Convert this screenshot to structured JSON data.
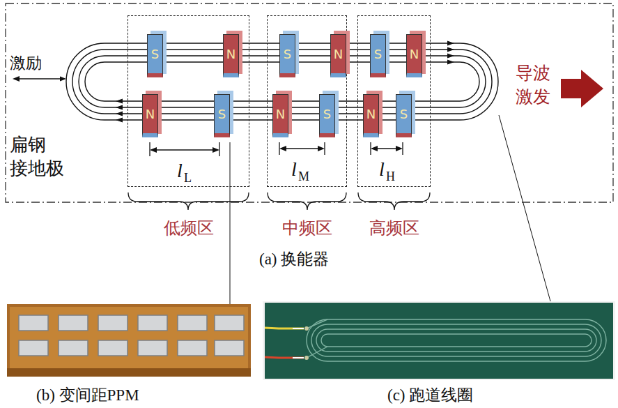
{
  "diagram": {
    "nodes": [
      {
        "text": [
          "低频区"
        ]
      },
      {
        "text": [
          "S"
        ],
        "in": 0
      },
      {
        "text": [
          "N"
        ],
        "in": 0
      },
      {
        "text": [
          "N"
        ],
        "in": 0
      },
      {
        "text": [
          "S"
        ],
        "in": 0
      },
      {
        "text": [
          "中频区"
        ]
      },
      {
        "text": [
          "S"
        ],
        "in": 5
      },
      {
        "text": [
          "N"
        ],
        "in": 5
      },
      {
        "text": [
          "N"
        ],
        "in": 5
      },
      {
        "text": [
          "S"
        ],
        "in": 5
      },
      {
        "text": [
          "高频区"
        ]
      },
      {
        "text": [
          "S"
        ],
        "in": 10
      },
      {
        "text": [
          "N"
        ],
        "in": 10
      },
      {
        "text": [
          "N"
        ],
        "in": 10
      },
      {
        "text": [
          "S"
        ],
        "in": 10
      }
    ],
    "labels": [
      "激励",
      "扁钢 接地极",
      "导波 激发",
      "l",
      "L",
      "l",
      "M",
      "l",
      "H",
      "(a) 换能器",
      "(b) 变间距PPM",
      "(c) 跑道线圈"
    ]
  }
}
